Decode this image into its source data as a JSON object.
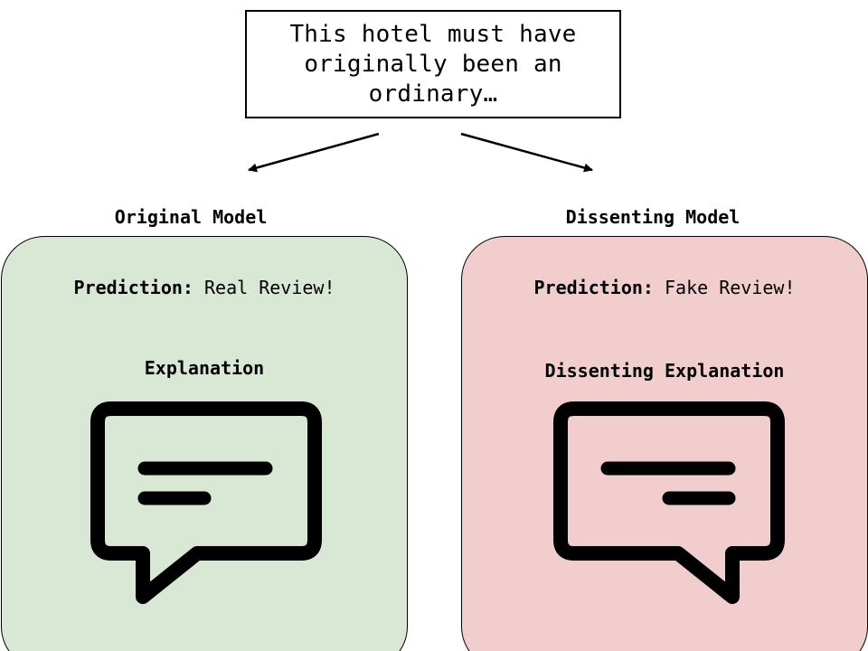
{
  "input": {
    "text": "This hotel must have originally been an ordinary…"
  },
  "original": {
    "title": "Original Model",
    "prediction_label": "Prediction:",
    "prediction_value": "Real Review!",
    "explanation_label": "Explanation",
    "icon": "chat-bubble-icon",
    "color": "#d9e8d4"
  },
  "dissenting": {
    "title": "Dissenting Model",
    "prediction_label": "Prediction:",
    "prediction_value": "Fake Review!",
    "explanation_label": "Dissenting Explanation",
    "icon": "chat-bubble-icon",
    "color": "#f2cdcd"
  }
}
